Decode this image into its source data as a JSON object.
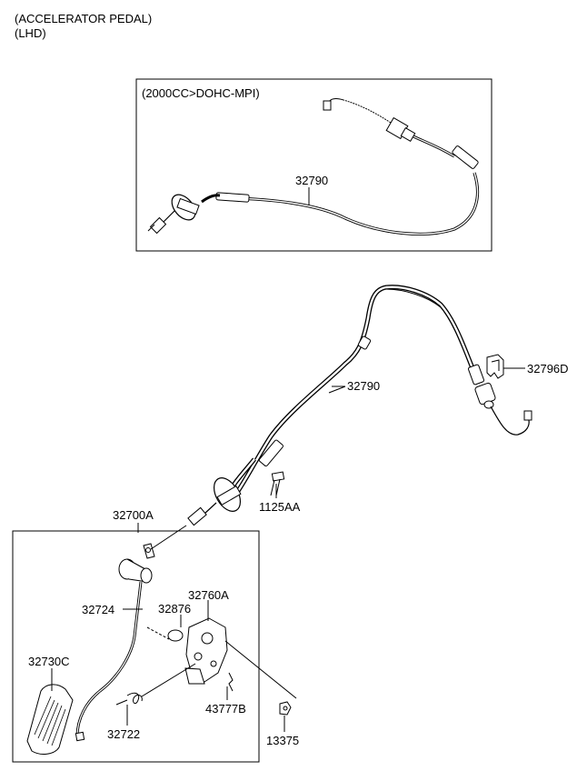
{
  "header": {
    "line1": "(ACCELERATOR PEDAL)",
    "line2": "(LHD)"
  },
  "inset": {
    "title": "(2000CC>DOHC-MPI)",
    "part_label": "32790"
  },
  "parts": {
    "cable": "32790",
    "bracket": "32796D",
    "bolt": "1125AA",
    "pedal_assy": "32700A",
    "pedal_arm": "32724",
    "stopper": "32876",
    "bracket_housing": "32760A",
    "pedal_pad": "32730C",
    "spring": "32722",
    "clip": "43777B",
    "nut": "13375"
  }
}
